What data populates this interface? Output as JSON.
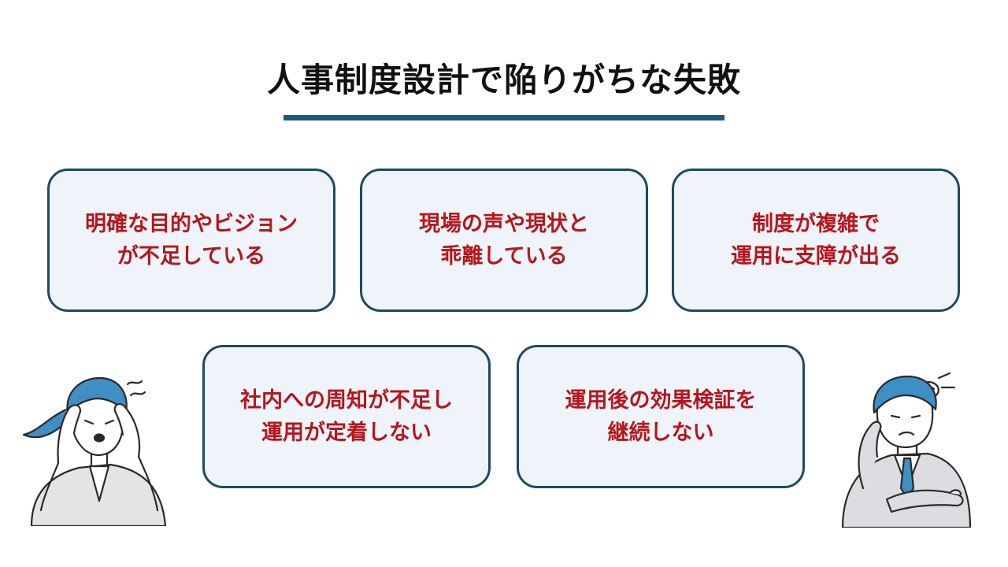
{
  "title": "人事制度設計で陥りがちな失敗",
  "colors": {
    "title_rule": "#1e5a7e",
    "card_border": "#1d4a63",
    "card_background": "#eff4fa",
    "card_text": "#b8151b"
  },
  "cards": [
    {
      "line1": "明確な目的やビジョン",
      "line2": "が不足している"
    },
    {
      "line1": "現場の声や現状と",
      "line2": "乖離している"
    },
    {
      "line1": "制度が複雑で",
      "line2": "運用に支障が出る"
    },
    {
      "line1": "社内への周知が不足し",
      "line2": "運用が定着しない"
    },
    {
      "line1": "運用後の効果検証を",
      "line2": "継続しない"
    }
  ],
  "illustrations": {
    "left": "stressed-woman-icon",
    "right": "troubled-man-icon"
  }
}
